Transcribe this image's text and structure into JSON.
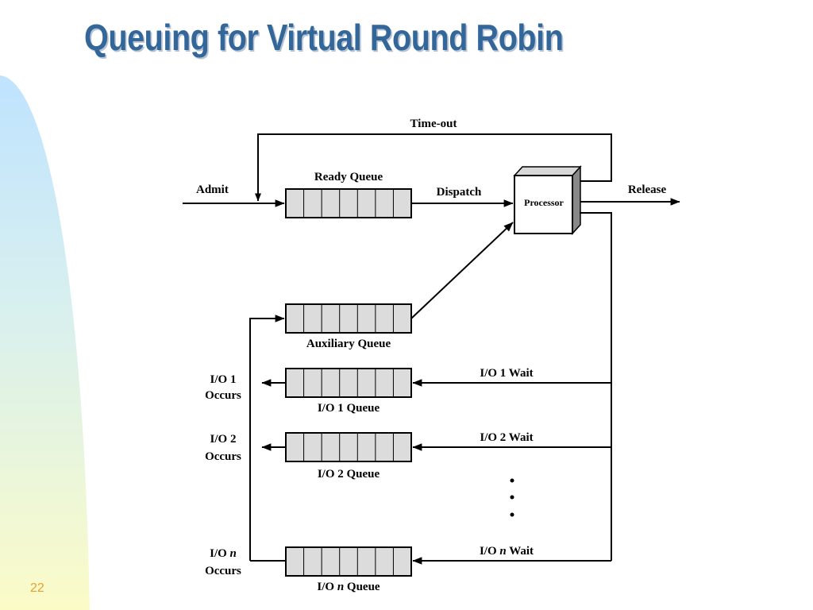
{
  "slide": {
    "title": "Queuing for Virtual Round Robin",
    "number": "22",
    "colors": {
      "title": "#336699",
      "number": "#e8a030"
    }
  },
  "diagram": {
    "timeout_label": "Time-out",
    "admit_label": "Admit",
    "dispatch_label": "Dispatch",
    "release_label": "Release",
    "processor_label": "Processor",
    "queues": {
      "ready": "Ready Queue",
      "auxiliary": "Auxiliary Queue",
      "io1": "I/O 1 Queue",
      "io2": "I/O 2 Queue",
      "ion_prefix": "I/O ",
      "ion_var": "n",
      "ion_suffix": " Queue"
    },
    "waits": {
      "io1": "I/O 1 Wait",
      "io2": "I/O 2 Wait",
      "ion_prefix": "I/O ",
      "ion_var": "n",
      "ion_suffix": " Wait"
    },
    "occurs": {
      "io1_line1": "I/O 1",
      "io2_line1": "I/O 2",
      "ion_line1_prefix": "I/O ",
      "ion_line1_var": "n",
      "line2": "Occurs"
    }
  }
}
